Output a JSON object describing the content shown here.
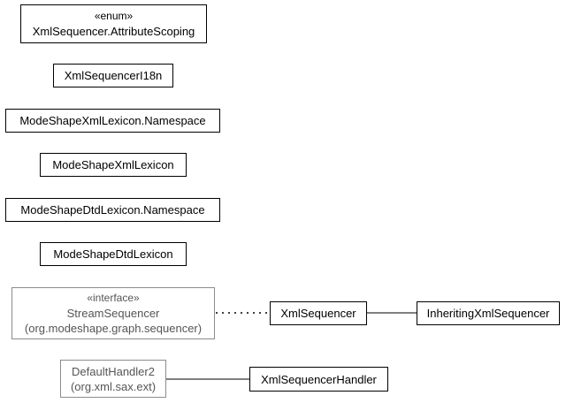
{
  "diagram": {
    "nodes": {
      "attribute_scoping": {
        "stereotype": "«enum»",
        "name": "XmlSequencer.AttributeScoping"
      },
      "i18n": {
        "name": "XmlSequencerI18n"
      },
      "xml_lexicon_namespace": {
        "name": "ModeShapeXmlLexicon.Namespace"
      },
      "xml_lexicon": {
        "name": "ModeShapeXmlLexicon"
      },
      "dtd_lexicon_namespace": {
        "name": "ModeShapeDtdLexicon.Namespace"
      },
      "dtd_lexicon": {
        "name": "ModeShapeDtdLexicon"
      },
      "stream_sequencer": {
        "stereotype": "«interface»",
        "name": "StreamSequencer",
        "package": "(org.modeshape.graph.sequencer)"
      },
      "xml_sequencer": {
        "name": "XmlSequencer"
      },
      "inheriting_xml_sequencer": {
        "name": "InheritingXmlSequencer"
      },
      "default_handler2": {
        "name": "DefaultHandler2",
        "package": "(org.xml.sax.ext)"
      },
      "xml_sequencer_handler": {
        "name": "XmlSequencerHandler"
      }
    },
    "edges": [
      {
        "from": "xml_sequencer",
        "to": "stream_sequencer",
        "style": "dotted"
      },
      {
        "from": "inheriting_xml_sequencer",
        "to": "xml_sequencer",
        "style": "solid"
      },
      {
        "from": "xml_sequencer_handler",
        "to": "default_handler2",
        "style": "solid"
      }
    ],
    "colors": {
      "line": "#000000",
      "external_border": "#8c8c8c",
      "external_text": "#555555"
    }
  }
}
